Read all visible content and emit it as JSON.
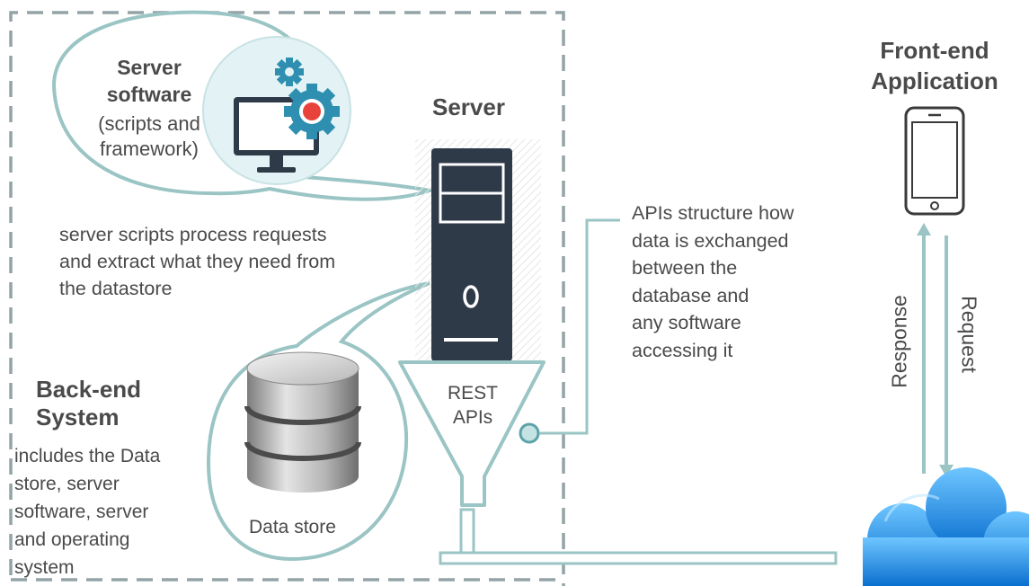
{
  "server_software": {
    "title_line1": "Server",
    "title_line2": "software",
    "subtitle_line1": "(scripts and",
    "subtitle_line2": "framework)"
  },
  "server": {
    "title": "Server"
  },
  "server_scripts_note": {
    "line1": "server scripts process requests",
    "line2": "and extract what they need from",
    "line3": "the datastore"
  },
  "backend": {
    "title_line1": "Back-end",
    "title_line2": "System",
    "desc_lines": [
      "includes the Data",
      "store, server",
      "software, server",
      "and operating",
      "system"
    ]
  },
  "data_store": {
    "label": "Data store"
  },
  "rest_apis": {
    "line1": "REST",
    "line2": "APIs"
  },
  "apis_note": {
    "lines": [
      "APIs structure how",
      "data is exchanged",
      "between the",
      "database and",
      "any software",
      "accessing it"
    ]
  },
  "frontend": {
    "title_line1": "Front-end",
    "title_line2": "Application"
  },
  "arrows": {
    "response": "Response",
    "request": "Request"
  },
  "colors": {
    "text": "#4a4a4a",
    "server_dark": "#2f3a48",
    "teal": "#9cc8c8",
    "teal_dark": "#5ba3a8",
    "gear_blue": "#2e8fb0",
    "dot_red": "#e8433b",
    "cloud_blue": "#1f8fe0"
  }
}
